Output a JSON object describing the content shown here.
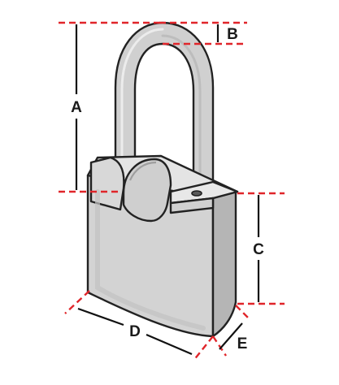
{
  "diagram": {
    "labels": {
      "a": "A",
      "b": "B",
      "c": "C",
      "d": "D",
      "e": "E"
    },
    "colors": {
      "body_fill": "#d3d3d3",
      "body_side": "#b5b5b5",
      "body_top": "#e4e4e4",
      "shackle_fill": "#d0d0d0",
      "outline": "#222222",
      "dimension_guide": "#e0252a",
      "dimension_line": "#111111"
    }
  }
}
